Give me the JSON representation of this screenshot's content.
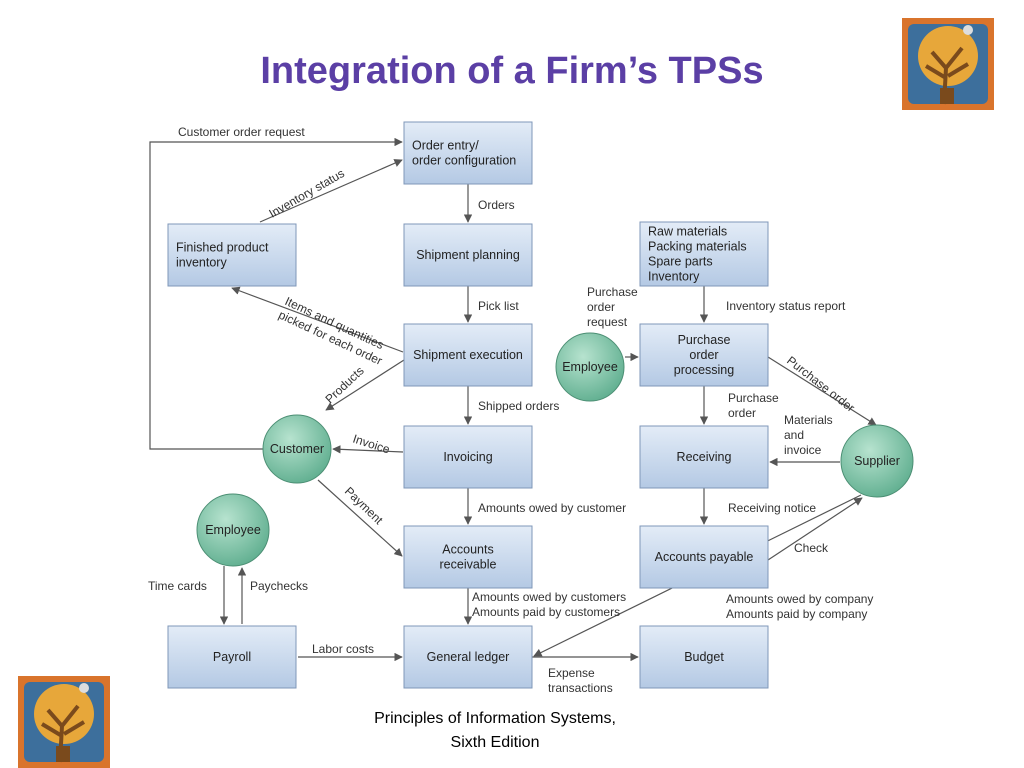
{
  "title": "Integration of a Firm’s TPSs",
  "footer": {
    "line1": "Principles of Information Systems,",
    "line2": "Sixth Edition"
  },
  "colors": {
    "title": "#5b3fa5",
    "box_fill": "#c9d9ee",
    "circle_fill": "#7fc3a8",
    "line": "#555555"
  },
  "logo": {
    "name": "tree-logo-icon"
  },
  "nodes": {
    "order_entry": [
      "Order entry/",
      "order configuration"
    ],
    "shipment_planning": [
      "Shipment planning"
    ],
    "finished_inventory": [
      "Finished product",
      "inventory"
    ],
    "raw_materials": [
      "Raw materials",
      "Packing materials",
      "Spare parts",
      "Inventory"
    ],
    "shipment_execution": [
      "Shipment execution"
    ],
    "purchase_order_processing": [
      "Purchase",
      "order",
      "processing"
    ],
    "employee_purchasing": [
      "Employee"
    ],
    "customer": [
      "Customer"
    ],
    "invoicing": [
      "Invoicing"
    ],
    "receiving": [
      "Receiving"
    ],
    "supplier": [
      "Supplier"
    ],
    "employee_payroll": [
      "Employee"
    ],
    "accounts_receivable": [
      "Accounts",
      "receivable"
    ],
    "accounts_payable": [
      "Accounts payable"
    ],
    "payroll": [
      "Payroll"
    ],
    "general_ledger": [
      "General ledger"
    ],
    "budget": [
      "Budget"
    ]
  },
  "edge_labels": {
    "customer_order_request": [
      "Customer order request"
    ],
    "inventory_status": [
      "Inventory status"
    ],
    "orders": [
      "Orders"
    ],
    "pick_list": [
      "Pick list"
    ],
    "items_picked": [
      "Items and quantities",
      "picked for each order"
    ],
    "products": [
      "Products"
    ],
    "purchase_order_request": [
      "Purchase",
      "order",
      "request"
    ],
    "inventory_status_report": [
      "Inventory status report"
    ],
    "purchase_order_supplier": [
      "Purchase order"
    ],
    "shipped_orders": [
      "Shipped orders"
    ],
    "purchase_order_receiving": [
      "Purchase",
      "order"
    ],
    "materials_invoice": [
      "Materials",
      "and",
      "invoice"
    ],
    "invoice": [
      "Invoice"
    ],
    "payment": [
      "Payment"
    ],
    "amounts_owed_by_customer": [
      "Amounts owed by customer"
    ],
    "receiving_notice": [
      "Receiving notice"
    ],
    "check": [
      "Check"
    ],
    "time_cards": [
      "Time cards"
    ],
    "paychecks": [
      "Paychecks"
    ],
    "amounts_customers": [
      "Amounts owed by customers",
      "Amounts paid by customers"
    ],
    "amounts_company": [
      "Amounts owed by company",
      "Amounts paid by company"
    ],
    "labor_costs": [
      "Labor costs"
    ],
    "expense_transactions": [
      "Expense",
      "transactions"
    ]
  }
}
